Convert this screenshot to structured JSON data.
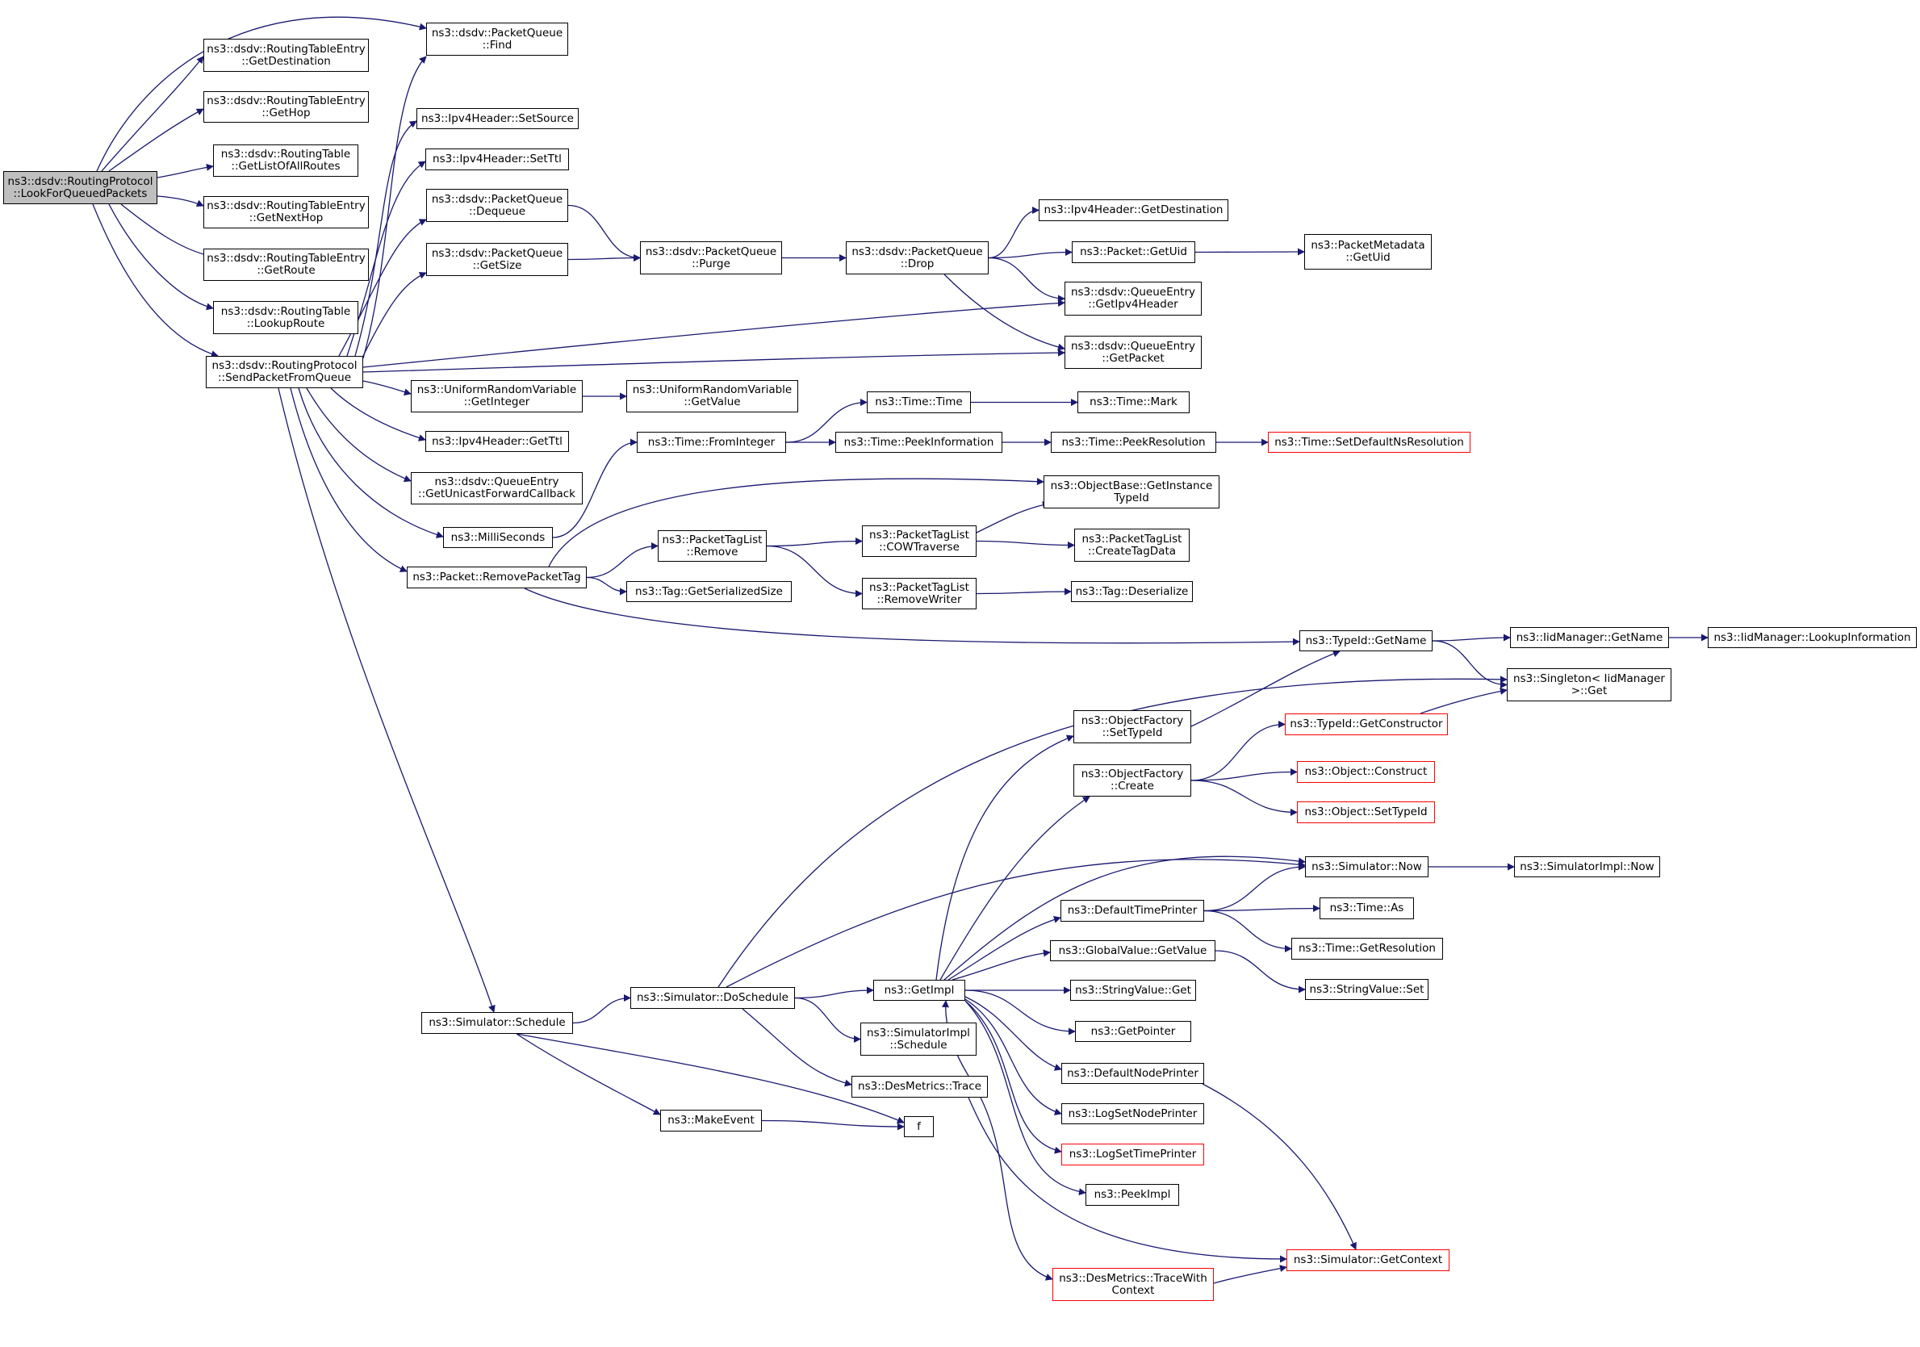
{
  "graph": {
    "colors": {
      "edge": "#191970",
      "node_border": "#000000",
      "truncated_border": "#ff0000",
      "root_fill": "#bfbfbf"
    },
    "nodes": {
      "root": {
        "lines": [
          "ns3::dsdv::RoutingProtocol",
          "::LookForQueuedPackets"
        ],
        "root": true
      },
      "getdest": {
        "lines": [
          "ns3::dsdv::RoutingTableEntry",
          "::GetDestination"
        ]
      },
      "gethop": {
        "lines": [
          "ns3::dsdv::RoutingTableEntry",
          "::GetHop"
        ]
      },
      "getlist": {
        "lines": [
          "ns3::dsdv::RoutingTable",
          "::GetListOfAllRoutes"
        ]
      },
      "getnexthop": {
        "lines": [
          "ns3::dsdv::RoutingTableEntry",
          "::GetNextHop"
        ]
      },
      "getroute": {
        "lines": [
          "ns3::dsdv::RoutingTableEntry",
          "::GetRoute"
        ]
      },
      "lookuproute": {
        "lines": [
          "ns3::dsdv::RoutingTable",
          "::LookupRoute"
        ]
      },
      "sendpkt": {
        "lines": [
          "ns3::dsdv::RoutingProtocol",
          "::SendPacketFromQueue"
        ]
      },
      "pqfind": {
        "lines": [
          "ns3::dsdv::PacketQueue",
          "::Find"
        ]
      },
      "setsource": {
        "lines": [
          "ns3::Ipv4Header::SetSource"
        ]
      },
      "setttl": {
        "lines": [
          "ns3::Ipv4Header::SetTtl"
        ]
      },
      "pqdequeue": {
        "lines": [
          "ns3::dsdv::PacketQueue",
          "::Dequeue"
        ]
      },
      "pqgetsize": {
        "lines": [
          "ns3::dsdv::PacketQueue",
          "::GetSize"
        ]
      },
      "pqpurge": {
        "lines": [
          "ns3::dsdv::PacketQueue",
          "::Purge"
        ]
      },
      "pqdrop": {
        "lines": [
          "ns3::dsdv::PacketQueue",
          "::Drop"
        ]
      },
      "ipv4getdest": {
        "lines": [
          "ns3::Ipv4Header::GetDestination"
        ]
      },
      "pktgetuid": {
        "lines": [
          "ns3::Packet::GetUid"
        ]
      },
      "pmgetuid": {
        "lines": [
          "ns3::PacketMetadata",
          "::GetUid"
        ]
      },
      "qegetipv4": {
        "lines": [
          "ns3::dsdv::QueueEntry",
          "::GetIpv4Header"
        ]
      },
      "qegetpacket": {
        "lines": [
          "ns3::dsdv::QueueEntry",
          "::GetPacket"
        ]
      },
      "urvgetint": {
        "lines": [
          "ns3::UniformRandomVariable",
          "::GetInteger"
        ]
      },
      "urvgetval": {
        "lines": [
          "ns3::UniformRandomVariable",
          "::GetValue"
        ]
      },
      "getttl": {
        "lines": [
          "ns3::Ipv4Header::GetTtl"
        ]
      },
      "qegetucb": {
        "lines": [
          "ns3::dsdv::QueueEntry",
          "::GetUnicastForwardCallback"
        ]
      },
      "millisec": {
        "lines": [
          "ns3::MilliSeconds"
        ]
      },
      "timefromint": {
        "lines": [
          "ns3::Time::FromInteger"
        ]
      },
      "timetime": {
        "lines": [
          "ns3::Time::Time"
        ]
      },
      "timemark": {
        "lines": [
          "ns3::Time::Mark"
        ]
      },
      "timepeekinfo": {
        "lines": [
          "ns3::Time::PeekInformation"
        ]
      },
      "timepeekres": {
        "lines": [
          "ns3::Time::PeekResolution"
        ]
      },
      "timesetdef": {
        "lines": [
          "ns3::Time::SetDefaultNsResolution"
        ],
        "truncated": true
      },
      "rmpkttag": {
        "lines": [
          "ns3::Packet::RemovePacketTag"
        ]
      },
      "ptlremove": {
        "lines": [
          "ns3::PacketTagList",
          "::Remove"
        ]
      },
      "ptlcow": {
        "lines": [
          "ns3::PacketTagList",
          "::COWTraverse"
        ]
      },
      "obgetinst": {
        "lines": [
          "ns3::ObjectBase::GetInstance",
          "TypeId"
        ]
      },
      "ptlcreate": {
        "lines": [
          "ns3::PacketTagList",
          "::CreateTagData"
        ]
      },
      "ptlrmwriter": {
        "lines": [
          "ns3::PacketTagList",
          "::RemoveWriter"
        ]
      },
      "taggetser": {
        "lines": [
          "ns3::Tag::GetSerializedSize"
        ]
      },
      "tagdeser": {
        "lines": [
          "ns3::Tag::Deserialize"
        ]
      },
      "typeidgetname": {
        "lines": [
          "ns3::TypeId::GetName"
        ]
      },
      "iidgetname": {
        "lines": [
          "ns3::IidManager::GetName"
        ]
      },
      "iidlookup": {
        "lines": [
          "ns3::IidManager::LookupInformation"
        ]
      },
      "singletonget": {
        "lines": [
          "ns3::Singleton< IidManager",
          " >::Get"
        ]
      },
      "ofsettypeid": {
        "lines": [
          "ns3::ObjectFactory",
          "::SetTypeId"
        ]
      },
      "typeidgetctor": {
        "lines": [
          "ns3::TypeId::GetConstructor"
        ],
        "truncated": true
      },
      "ofcreate": {
        "lines": [
          "ns3::ObjectFactory",
          "::Create"
        ]
      },
      "objconstruct": {
        "lines": [
          "ns3::Object::Construct"
        ],
        "truncated": true
      },
      "objsettypeid": {
        "lines": [
          "ns3::Object::SetTypeId"
        ],
        "truncated": true
      },
      "simnow": {
        "lines": [
          "ns3::Simulator::Now"
        ]
      },
      "simimplnow": {
        "lines": [
          "ns3::SimulatorImpl::Now"
        ]
      },
      "deftimeprinter": {
        "lines": [
          "ns3::DefaultTimePrinter"
        ]
      },
      "timeas": {
        "lines": [
          "ns3::Time::As"
        ]
      },
      "timegetres": {
        "lines": [
          "ns3::Time::GetResolution"
        ]
      },
      "gvgetvalue": {
        "lines": [
          "ns3::GlobalValue::GetValue"
        ]
      },
      "svset": {
        "lines": [
          "ns3::StringValue::Set"
        ]
      },
      "simschedule": {
        "lines": [
          "ns3::Simulator::Schedule"
        ]
      },
      "simdoschedule": {
        "lines": [
          "ns3::Simulator::DoSchedule"
        ]
      },
      "getimpl": {
        "lines": [
          "ns3::GetImpl"
        ]
      },
      "svget": {
        "lines": [
          "ns3::StringValue::Get"
        ]
      },
      "getpointer": {
        "lines": [
          "ns3::GetPointer"
        ]
      },
      "simimplsched": {
        "lines": [
          "ns3::SimulatorImpl",
          "::Schedule"
        ]
      },
      "defnodeprinter": {
        "lines": [
          "ns3::DefaultNodePrinter"
        ]
      },
      "desmtrace": {
        "lines": [
          "ns3::DesMetrics::Trace"
        ]
      },
      "logsetnode": {
        "lines": [
          "ns3::LogSetNodePrinter"
        ]
      },
      "makeevent": {
        "lines": [
          "ns3::MakeEvent"
        ]
      },
      "f": {
        "lines": [
          "f"
        ]
      },
      "logsettime": {
        "lines": [
          "ns3::LogSetTimePrinter"
        ],
        "truncated": true
      },
      "peekimpl": {
        "lines": [
          "ns3::PeekImpl"
        ]
      },
      "simgetctx": {
        "lines": [
          "ns3::Simulator::GetContext"
        ],
        "truncated": true
      },
      "desmtracectx": {
        "lines": [
          "ns3::DesMetrics::TraceWith",
          "Context"
        ],
        "truncated": true
      }
    },
    "edges": [
      [
        "root",
        "pqfind"
      ],
      [
        "root",
        "getdest"
      ],
      [
        "root",
        "gethop"
      ],
      [
        "root",
        "getlist"
      ],
      [
        "root",
        "getnexthop"
      ],
      [
        "root",
        "getroute"
      ],
      [
        "root",
        "lookuproute"
      ],
      [
        "root",
        "sendpkt"
      ],
      [
        "sendpkt",
        "pqfind"
      ],
      [
        "sendpkt",
        "setsource"
      ],
      [
        "sendpkt",
        "setttl"
      ],
      [
        "sendpkt",
        "pqdequeue"
      ],
      [
        "sendpkt",
        "pqgetsize"
      ],
      [
        "sendpkt",
        "qegetipv4"
      ],
      [
        "sendpkt",
        "qegetpacket"
      ],
      [
        "sendpkt",
        "urvgetint"
      ],
      [
        "sendpkt",
        "getttl"
      ],
      [
        "sendpkt",
        "qegetucb"
      ],
      [
        "sendpkt",
        "millisec"
      ],
      [
        "sendpkt",
        "rmpkttag"
      ],
      [
        "sendpkt",
        "simschedule"
      ],
      [
        "pqdequeue",
        "pqpurge"
      ],
      [
        "pqgetsize",
        "pqpurge"
      ],
      [
        "pqpurge",
        "pqdrop"
      ],
      [
        "pqdrop",
        "ipv4getdest"
      ],
      [
        "pqdrop",
        "pktgetuid"
      ],
      [
        "pqdrop",
        "qegetipv4"
      ],
      [
        "pqdrop",
        "qegetpacket"
      ],
      [
        "pktgetuid",
        "pmgetuid"
      ],
      [
        "urvgetint",
        "urvgetval"
      ],
      [
        "millisec",
        "timefromint"
      ],
      [
        "timefromint",
        "timetime"
      ],
      [
        "timefromint",
        "timepeekinfo"
      ],
      [
        "timetime",
        "timemark"
      ],
      [
        "timepeekinfo",
        "timepeekres"
      ],
      [
        "timepeekres",
        "timesetdef"
      ],
      [
        "rmpkttag",
        "obgetinst"
      ],
      [
        "rmpkttag",
        "ptlremove"
      ],
      [
        "rmpkttag",
        "taggetser"
      ],
      [
        "rmpkttag",
        "typeidgetname"
      ],
      [
        "ptlremove",
        "ptlcow"
      ],
      [
        "ptlremove",
        "ptlrmwriter"
      ],
      [
        "ptlcow",
        "obgetinst"
      ],
      [
        "ptlcow",
        "ptlcreate"
      ],
      [
        "ptlrmwriter",
        "tagdeser"
      ],
      [
        "typeidgetname",
        "iidgetname"
      ],
      [
        "typeidgetname",
        "singletonget"
      ],
      [
        "iidgetname",
        "iidlookup"
      ],
      [
        "ofsettypeid",
        "typeidgetname"
      ],
      [
        "typeidgetctor",
        "singletonget"
      ],
      [
        "ofcreate",
        "typeidgetctor"
      ],
      [
        "ofcreate",
        "objconstruct"
      ],
      [
        "ofcreate",
        "objsettypeid"
      ],
      [
        "simnow",
        "simimplnow"
      ],
      [
        "deftimeprinter",
        "simnow"
      ],
      [
        "deftimeprinter",
        "timeas"
      ],
      [
        "deftimeprinter",
        "timegetres"
      ],
      [
        "gvgetvalue",
        "svset"
      ],
      [
        "simschedule",
        "simdoschedule"
      ],
      [
        "simschedule",
        "makeevent"
      ],
      [
        "simschedule",
        "f"
      ],
      [
        "simdoschedule",
        "singletonget"
      ],
      [
        "simdoschedule",
        "simnow"
      ],
      [
        "simdoschedule",
        "getimpl"
      ],
      [
        "simdoschedule",
        "simimplsched"
      ],
      [
        "simdoschedule",
        "desmtrace"
      ],
      [
        "getimpl",
        "ofsettypeid"
      ],
      [
        "getimpl",
        "ofcreate"
      ],
      [
        "getimpl",
        "simnow"
      ],
      [
        "getimpl",
        "deftimeprinter"
      ],
      [
        "getimpl",
        "gvgetvalue"
      ],
      [
        "getimpl",
        "svget"
      ],
      [
        "getimpl",
        "getpointer"
      ],
      [
        "getimpl",
        "defnodeprinter"
      ],
      [
        "getimpl",
        "logsetnode"
      ],
      [
        "getimpl",
        "logsettime"
      ],
      [
        "getimpl",
        "peekimpl"
      ],
      [
        "defnodeprinter",
        "simgetctx"
      ],
      [
        "desmtrace",
        "getimpl"
      ],
      [
        "desmtrace",
        "simgetctx"
      ],
      [
        "desmtrace",
        "desmtracectx"
      ],
      [
        "desmtracectx",
        "simgetctx"
      ],
      [
        "makeevent",
        "f"
      ]
    ]
  }
}
